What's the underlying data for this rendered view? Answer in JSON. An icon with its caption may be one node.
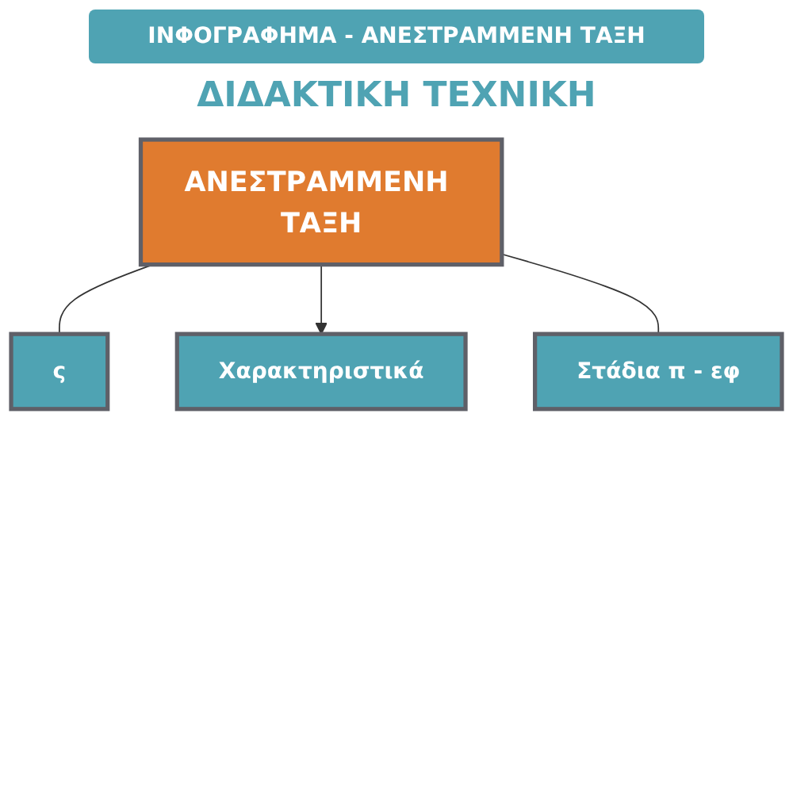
{
  "diagram": {
    "title": "ΙΝΦΟΓΡΑΦΗΜΑ -  ΑΝΕΣΤΡΑΜΜΕΝΗ ΤΑΞΗ",
    "labels": [
      "ΔΙΔΑΚΤΙΚΗ ΤΕΧΝΙΚΗ"
    ],
    "nodes": [
      {
        "text": [
          "ΑΝΕΣΤΡΑΜΜΕΝΗ ΤΑΞΗ"
        ]
      },
      {
        "text": [
          "ς"
        ]
      },
      {
        "text": [
          "Χαρακτηριστικά"
        ]
      },
      {
        "text": [
          "Στάδια π - εφ"
        ]
      }
    ],
    "edges": [
      {
        "from": 0,
        "to": 1,
        "arrow": "none"
      },
      {
        "from": 0,
        "to": 2,
        "arrow": "to"
      },
      {
        "from": 0,
        "to": 3,
        "arrow": "none"
      }
    ]
  }
}
